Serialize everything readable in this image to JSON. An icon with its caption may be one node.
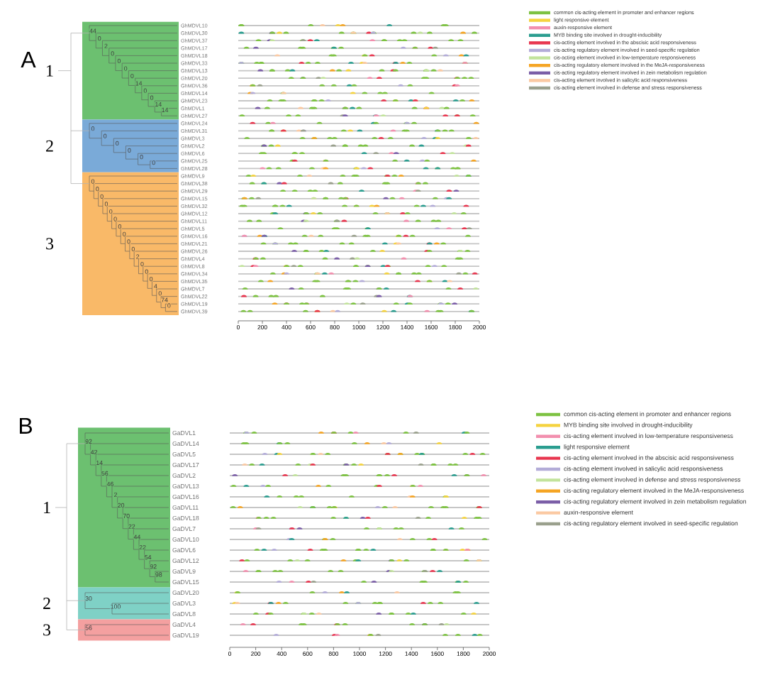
{
  "diagram": {
    "nodes": [
      {
        "text": [
          "GhMDVL10",
          "GhMDVL30",
          "GhMDVL37",
          "GhMDVL17",
          "GhMDVL18",
          "GhMDVL33",
          "GhMDVL13",
          "GhMDVL20",
          "GhMDVL36",
          "GhMDVL14",
          "GhMDVL23",
          "GhMDVL1",
          "GhMDVL27"
        ],
        "beside": [
          "1"
        ]
      },
      {
        "text": [
          "GhMDVL24",
          "GhMDVL31",
          "GhMDVL3",
          "GhMDVL2",
          "GhMDVL6",
          "GhMDVL25",
          "GhMDVL28"
        ],
        "beside": [
          "2"
        ]
      },
      {
        "text": [
          "GhMDVL9",
          "GhMDVL38",
          "GhMDVL29",
          "GhMDVL15",
          "GhMDVL32",
          "GhMDVL12",
          "GhMDVL11",
          "GhMDVL5",
          "GhMDVL16",
          "GhMDVL21",
          "GhMDVL26",
          "GhMDVL4",
          "GhMDVL8",
          "GhMDVL34",
          "GhMDVL35",
          "GhMDVL7",
          "GhMDVL22",
          "GhMDVL19",
          "GhMDVL39"
        ],
        "beside": [
          "3"
        ]
      },
      {
        "text": [
          "GaDVL1",
          "GaDVL14",
          "GaDVL5",
          "GaDVL17",
          "GaDVL2",
          "GaDVL13",
          "GaDVL16",
          "GaDVL11",
          "GaDVL18",
          "GaDVL7",
          "GaDVL10",
          "GaDVL6",
          "GaDVL12",
          "GaDVL9",
          "GaDVL15"
        ],
        "beside": [
          "1"
        ]
      },
      {
        "text": [
          "GaDVL20",
          "GaDVL3",
          "GaDVL8"
        ],
        "beside": [
          "2"
        ]
      },
      {
        "text": [
          "GaDVL4",
          "GaDVL19"
        ],
        "beside": [
          "3"
        ]
      }
    ],
    "labels": [
      "A",
      "44",
      "0",
      "2",
      "0",
      "0",
      "0",
      "0",
      "14",
      "0",
      "0",
      "14",
      "14",
      "0",
      "0",
      "0",
      "0",
      "0",
      "0",
      "0",
      "0",
      "0",
      "0",
      "0",
      "0",
      "0",
      "0",
      "0",
      "0",
      "2",
      "0",
      "0",
      "0",
      "4",
      "0",
      "74",
      "0",
      "0",
      "200",
      "400",
      "600",
      "800",
      "1000",
      "1200",
      "1400",
      "1600",
      "1800",
      "2000",
      "B",
      "92",
      "42",
      "14",
      "56",
      "46",
      "2",
      "20",
      "70",
      "22",
      "44",
      "22",
      "54",
      "92",
      "98",
      "30",
      "100",
      "56",
      "0",
      "200",
      "400",
      "600",
      "800",
      "1000",
      "1200",
      "1400",
      "1600",
      "1800",
      "2000"
    ],
    "legend": [
      {
        "text": "common cis-acting element in promoter and enhancer regions",
        "color": "#7dc242"
      },
      {
        "text": "light responsive element",
        "color": "#f5d33f"
      },
      {
        "text": "auxin-responsive element",
        "color": "#f28fae"
      },
      {
        "text": "MYB binding site involved in drought-inducibility",
        "color": "#2a9d8f"
      },
      {
        "text": "cis-acting element involved in the abscisic acid responsiveness",
        "color": "#e8364f"
      },
      {
        "text": "cis-acting regulatory element involved in seed-specific regulation",
        "color": "#b3acd8"
      },
      {
        "text": "cis-acting element involved in low-temperature responsiveness",
        "color": "#c2e39c"
      },
      {
        "text": "cis-acting regulatory element involved in the MeJA-responsiveness",
        "color": "#f5a524"
      },
      {
        "text": "cis-acting regulatory element involved in zein metabolism regulation",
        "color": "#7b5ea7"
      },
      {
        "text": "cis-acting element involved in salicylic acid responsiveness",
        "color": "#fbc9a2"
      },
      {
        "text": "cis-acting element involved in defense and stress responsiveness",
        "color": "#9aa08d"
      },
      {
        "text": "common cis-acting element in promoter and enhancer regions",
        "color": "#7dc242"
      },
      {
        "text": "MYB binding site involved in drought-inducibility",
        "color": "#f5d33f"
      },
      {
        "text": "cis-acting element involved in low-temperature responsiveness",
        "color": "#f28fae"
      },
      {
        "text": "light responsive element",
        "color": "#2a9d8f"
      },
      {
        "text": "cis-acting element involved in the abscisic acid responsiveness",
        "color": "#e8364f"
      },
      {
        "text": "cis-acting element involved in salicylic acid responsiveness",
        "color": "#b3acd8"
      },
      {
        "text": "cis-acting element involved in defense and stress responsiveness",
        "color": "#c2e39c"
      },
      {
        "text": "cis-acting regulatory element involved in the MeJA-responsiveness",
        "color": "#f5a524"
      },
      {
        "text": "cis-acting regulatory element involved in zein metabolism regulation",
        "color": "#7b5ea7"
      },
      {
        "text": "auxin-responsive element",
        "color": "#fbc9a2"
      },
      {
        "text": "cis-acting regulatory element involved in seed-specific regulation",
        "color": "#9aa08d"
      }
    ]
  }
}
